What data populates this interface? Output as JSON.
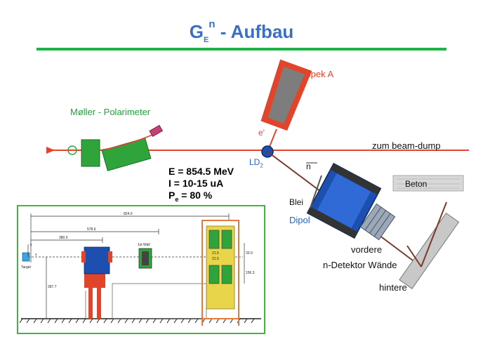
{
  "title": {
    "main": "G",
    "sup": "n",
    "sub": "E",
    "rest": " - Aufbau"
  },
  "labels": {
    "spek_a": "Spek A",
    "moller": "Møller - Polarimeter",
    "e_prime": "e'",
    "beam_dump": "zum beam-dump",
    "target": "LD",
    "target_sub": "2",
    "neutron": "n",
    "beton": "Beton",
    "blei": "Blei",
    "dipol": "Dipol",
    "vordere": "vordere",
    "n_detektor": "n-Detektor Wände",
    "hintere": "hintere"
  },
  "params": {
    "energy": "E = 854.5 MeV",
    "current": "I = 10-15 uA",
    "polarization_p": "P",
    "polarization_sub": "e",
    "polarization_val": " = 80 %"
  },
  "inset": {
    "dim_total": "824.0",
    "dim_mid": "578.6",
    "dim_short": "380.0",
    "dim_height": "397.7",
    "dim_right1": "33.9",
    "dim_right2": "156.3",
    "dim_small1": "21.5",
    "dim_small2": "21.5",
    "axis_y": "y",
    "axis_z": "z",
    "target_label": "Target",
    "wall_label": "1st Wall"
  },
  "colors": {
    "title": "#3a6fc4",
    "rule": "#21b34a",
    "beam": "#e2442b",
    "magnet": "#1d66c9",
    "spek_frame": "#e2442b",
    "spek_inner": "#7d7d7d",
    "moller_box": "#2ea43a"
  }
}
